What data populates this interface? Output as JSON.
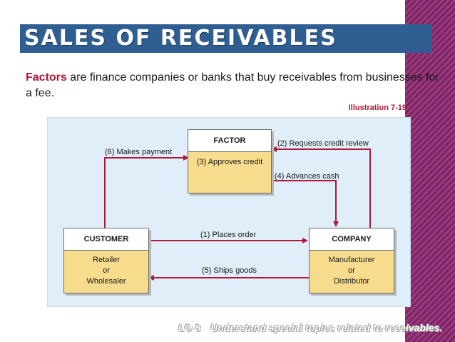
{
  "slide": {
    "title": "SALES OF RECEIVABLES",
    "definition_term": "Factors",
    "definition_text": " are finance companies or banks that buy receivables from businesses for a fee.",
    "illustration_label": "Illustration 7-19",
    "lo_number": "LO 8",
    "lo_text": "Understand special topics related to receivables."
  },
  "diagram": {
    "factor": {
      "title": "FACTOR",
      "step": "(3) Approves credit"
    },
    "customer": {
      "title": "CUSTOMER",
      "lines": [
        "Retailer",
        "or",
        "Wholesaler"
      ]
    },
    "company": {
      "title": "COMPANY",
      "lines": [
        "Manufacturer",
        "or",
        "Distributor"
      ]
    },
    "flows": {
      "makes_payment": "(6) Makes payment",
      "requests_review": "(2) Requests credit review",
      "advances_cash": "(4) Advances cash",
      "places_order": "(1) Places order",
      "ships_goods": "(5) Ships goods"
    }
  },
  "colors": {
    "title_bar": "#2f5f92",
    "accent_red": "#b0183a",
    "diagram_bg": "#dfeef8",
    "box_fill": "#f7dc8e",
    "arrow": "#b0183a",
    "stripe": "#8a2d6e"
  }
}
